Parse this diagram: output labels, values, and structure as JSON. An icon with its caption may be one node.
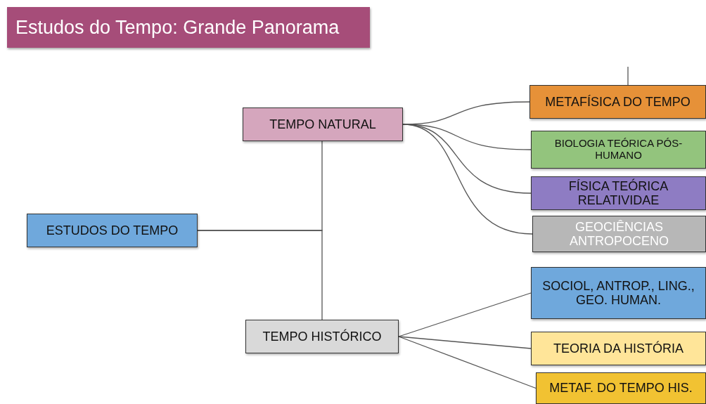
{
  "diagram": {
    "title": "Estudos do Tempo: Grande Panorama",
    "nodes": [
      {
        "text": [
          "ESTUDOS DO TEMPO"
        ]
      },
      {
        "text": [
          "TEMPO NATURAL"
        ]
      },
      {
        "text": [
          "TEMPO HISTÓRICO"
        ]
      },
      {
        "text": [
          "METAFÍSICA DO TEMPO"
        ]
      },
      {
        "text": [
          "BIOLOGIA TEÓRICA PÓS-HUMANO"
        ]
      },
      {
        "text": [
          "FÍSICA TEÓRICA RELATIVIDAE"
        ]
      },
      {
        "text": [
          "GEOCIÊNCIAS ANTROPOCENO"
        ]
      },
      {
        "text": [
          "SOCIOL, ANTROP., LING., GEO. HUMAN."
        ]
      },
      {
        "text": [
          "TEORIA DA HISTÓRIA"
        ]
      },
      {
        "text": [
          "METAF. DO TEMPO HIS."
        ]
      }
    ],
    "edges": [
      {
        "from": 0,
        "to": 1,
        "arrow": "none"
      },
      {
        "from": 0,
        "to": 2,
        "arrow": "none"
      },
      {
        "from": 1,
        "to": 3,
        "arrow": "none"
      },
      {
        "from": 1,
        "to": 4,
        "arrow": "none"
      },
      {
        "from": 1,
        "to": 5,
        "arrow": "none"
      },
      {
        "from": 1,
        "to": 6,
        "arrow": "none"
      },
      {
        "from": 2,
        "to": 7,
        "arrow": "none"
      },
      {
        "from": 2,
        "to": 8,
        "arrow": "none"
      },
      {
        "from": 2,
        "to": 9,
        "arrow": "none"
      },
      {
        "from": null,
        "to": 3,
        "arrow": "none"
      }
    ]
  }
}
